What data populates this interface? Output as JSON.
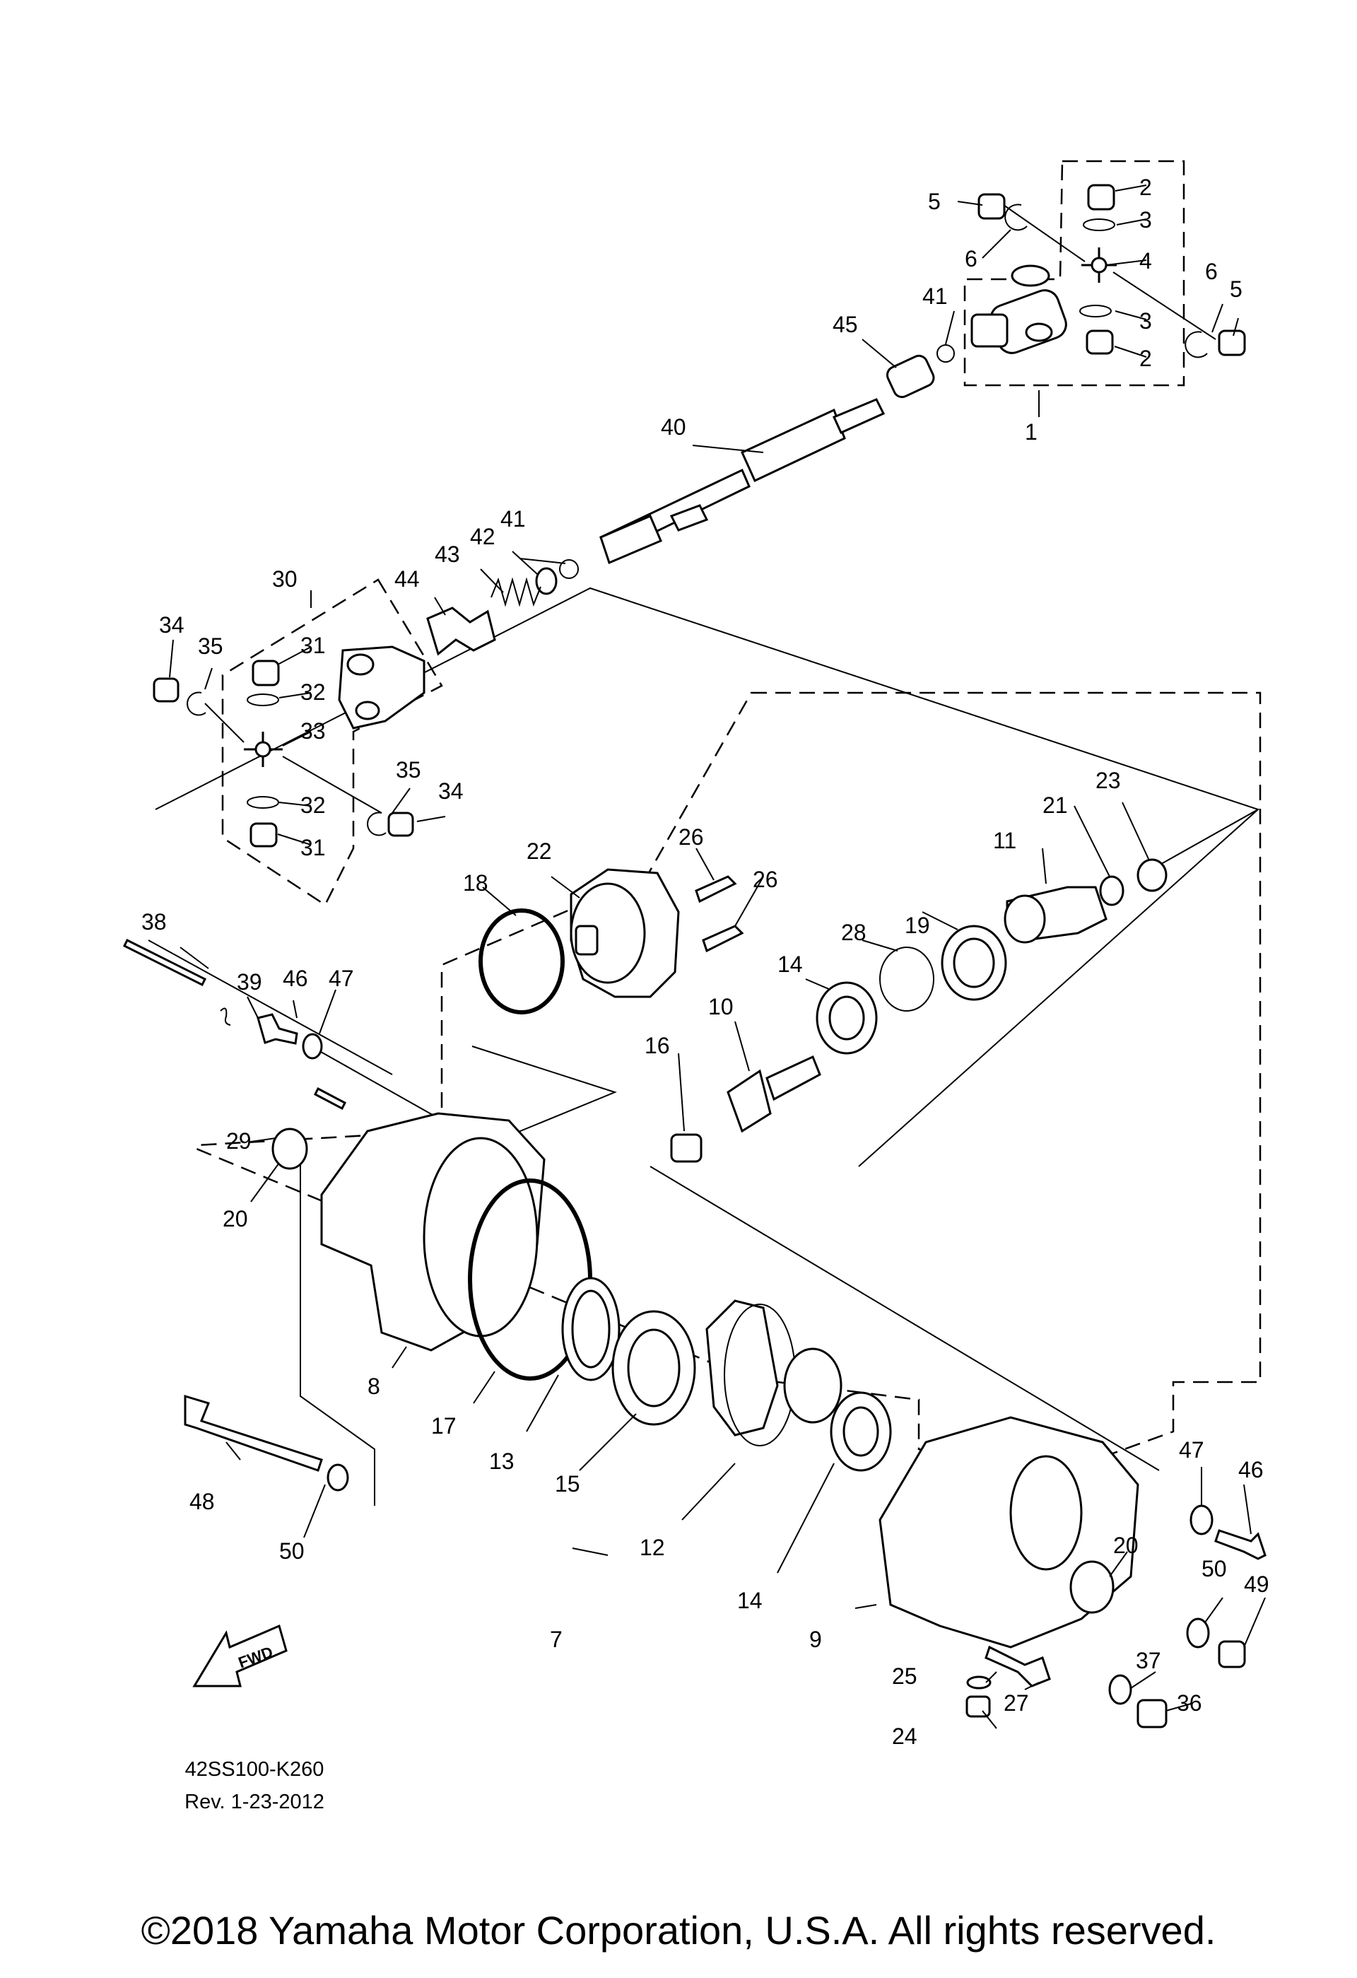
{
  "diagram": {
    "labels": [
      {
        "id": "1",
        "text": "1"
      },
      {
        "id": "2a",
        "text": "2"
      },
      {
        "id": "2b",
        "text": "2"
      },
      {
        "id": "3a",
        "text": "3"
      },
      {
        "id": "3b",
        "text": "3"
      },
      {
        "id": "4",
        "text": "4"
      },
      {
        "id": "5a",
        "text": "5"
      },
      {
        "id": "5b",
        "text": "5"
      },
      {
        "id": "6a",
        "text": "6"
      },
      {
        "id": "6b",
        "text": "6"
      },
      {
        "id": "7",
        "text": "7"
      },
      {
        "id": "8",
        "text": "8"
      },
      {
        "id": "9",
        "text": "9"
      },
      {
        "id": "10",
        "text": "10"
      },
      {
        "id": "11",
        "text": "11"
      },
      {
        "id": "12",
        "text": "12"
      },
      {
        "id": "13",
        "text": "13"
      },
      {
        "id": "14a",
        "text": "14"
      },
      {
        "id": "14b",
        "text": "14"
      },
      {
        "id": "15",
        "text": "15"
      },
      {
        "id": "16",
        "text": "16"
      },
      {
        "id": "17",
        "text": "17"
      },
      {
        "id": "18",
        "text": "18"
      },
      {
        "id": "19",
        "text": "19"
      },
      {
        "id": "20a",
        "text": "20"
      },
      {
        "id": "20b",
        "text": "20"
      },
      {
        "id": "21",
        "text": "21"
      },
      {
        "id": "22",
        "text": "22"
      },
      {
        "id": "23",
        "text": "23"
      },
      {
        "id": "24",
        "text": "24"
      },
      {
        "id": "25",
        "text": "25"
      },
      {
        "id": "26a",
        "text": "26"
      },
      {
        "id": "26b",
        "text": "26"
      },
      {
        "id": "27",
        "text": "27"
      },
      {
        "id": "28",
        "text": "28"
      },
      {
        "id": "29",
        "text": "29"
      },
      {
        "id": "30",
        "text": "30"
      },
      {
        "id": "31a",
        "text": "31"
      },
      {
        "id": "31b",
        "text": "31"
      },
      {
        "id": "32a",
        "text": "32"
      },
      {
        "id": "32b",
        "text": "32"
      },
      {
        "id": "33",
        "text": "33"
      },
      {
        "id": "34a",
        "text": "34"
      },
      {
        "id": "34b",
        "text": "34"
      },
      {
        "id": "35a",
        "text": "35"
      },
      {
        "id": "35b",
        "text": "35"
      },
      {
        "id": "36",
        "text": "36"
      },
      {
        "id": "37",
        "text": "37"
      },
      {
        "id": "38",
        "text": "38"
      },
      {
        "id": "39",
        "text": "39"
      },
      {
        "id": "40",
        "text": "40"
      },
      {
        "id": "41a",
        "text": "41"
      },
      {
        "id": "41b",
        "text": "41"
      },
      {
        "id": "42",
        "text": "42"
      },
      {
        "id": "43",
        "text": "43"
      },
      {
        "id": "44",
        "text": "44"
      },
      {
        "id": "45",
        "text": "45"
      },
      {
        "id": "46a",
        "text": "46"
      },
      {
        "id": "46b",
        "text": "46"
      },
      {
        "id": "47a",
        "text": "47"
      },
      {
        "id": "47b",
        "text": "47"
      },
      {
        "id": "48",
        "text": "48"
      },
      {
        "id": "49",
        "text": "49"
      },
      {
        "id": "50a",
        "text": "50"
      },
      {
        "id": "50b",
        "text": "50"
      }
    ],
    "fwd_label": "FWD",
    "drawing_code": "42SS100-K260",
    "revision": "Rev. 1-23-2012"
  },
  "footer": {
    "copyright": "©2018 Yamaha Motor Corporation, U.S.A. All rights reserved."
  }
}
